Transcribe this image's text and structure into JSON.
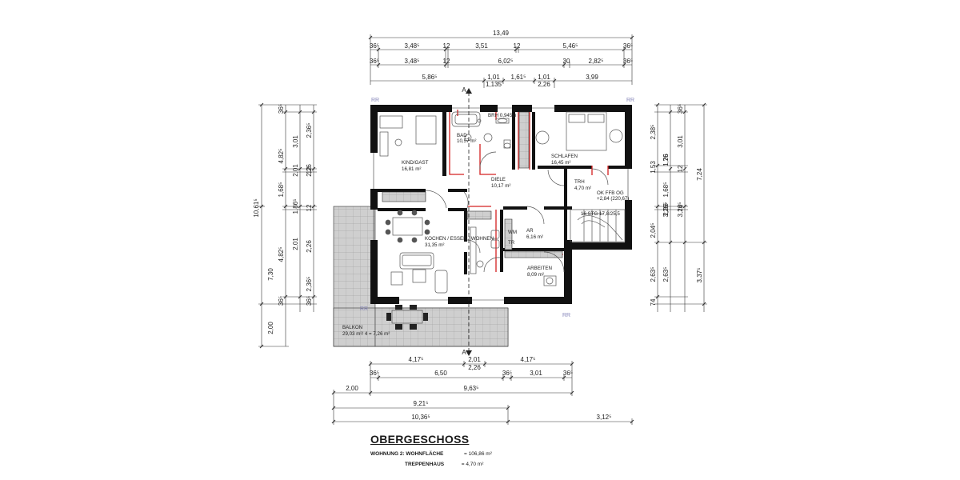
{
  "title": "OBERGESCHOSS",
  "areas": {
    "wohnung_label": "WOHNUNG 2:",
    "wohnflaeche_label": "WOHNFLÄCHE",
    "wohnflaeche_value": "= 106,86 m²",
    "treppenhaus_label": "TREPPENHAUS",
    "treppenhaus_value": "= 4,70 m²"
  },
  "rooms": {
    "bad": {
      "name": "BAD",
      "area": "10,57 m²"
    },
    "kind": {
      "name": "KIND/GAST",
      "area": "16,81 m²"
    },
    "schlafen": {
      "name": "SCHLAFEN",
      "area": "16,45 m²"
    },
    "diele": {
      "name": "DIELE",
      "area": "10,17 m²"
    },
    "trh": {
      "name": "TRH",
      "area": "4,70 m²"
    },
    "kochen": {
      "name": "KOCHEN / ESSEN / WOHNEN",
      "area": "31,35 m²"
    },
    "ar": {
      "name": "AR",
      "area": "6,16 m²"
    },
    "arbeiten": {
      "name": "ARBEITEN",
      "area": "8,09 m²"
    },
    "balkon": {
      "name": "BALKON",
      "area": "29,03 m²/ 4 = 7,26 m²"
    },
    "wm": "WM",
    "tr": "TR",
    "ok_ffb": "OK FFB OG",
    "ok_ffb_val": "+2,84 (220,67)",
    "stg": "16 STG 17,8/25,5",
    "brh": "BRH 0,945m"
  },
  "markers": {
    "rr": "RR",
    "section": "A"
  },
  "dims_top": {
    "row1": [
      "13,49"
    ],
    "row2": [
      "3,48⁵",
      "3,51",
      "5,46⁵"
    ],
    "row2_small": [
      "36⁵",
      "12",
      "12",
      "36⁵"
    ],
    "row3": [
      "3,48⁵",
      "6,02⁵",
      "2,82⁵"
    ],
    "row3_small": [
      "36⁵",
      "12",
      "30",
      "36⁵"
    ],
    "row4": [
      "5,86⁵",
      "1,01",
      "1,61⁵",
      "1,01",
      "3,99"
    ],
    "row4_sub": [
      "1,135",
      "2,26"
    ]
  },
  "dims_bottom": {
    "row1": [
      "4,17⁵",
      "2,01",
      "4,17⁵"
    ],
    "row1_sub": [
      "2,26"
    ],
    "row2": [
      "6,50",
      "3,01"
    ],
    "row2_small": [
      "36⁵",
      "36⁵",
      "36⁵"
    ],
    "row3": [
      "2,00",
      "9,63⁵"
    ],
    "row4": [
      "9,21⁵"
    ],
    "row5": [
      "10,36⁵",
      "3,12⁵"
    ]
  },
  "dims_left": {
    "outer": [
      "10,61⁵",
      "7,30",
      "2,00"
    ],
    "mid": [
      "4,82⁵",
      "1,68⁵",
      "1,86⁵",
      "4,82⁵"
    ],
    "inner": [
      "3,01",
      "2,01",
      "2,01"
    ],
    "inner2": [
      "2,36⁵",
      "2,26",
      "2,26",
      "2,36⁵"
    ],
    "small": [
      "36⁵",
      "12",
      "36⁵",
      "12",
      "36⁵"
    ]
  },
  "dims_right": {
    "outer": [
      "7,24",
      "3,37⁵"
    ],
    "mid": [
      "3,01",
      "3,26⁵"
    ],
    "inner": [
      "2,38⁵",
      "1,26",
      "1,68⁵",
      "2,26",
      "2,04⁵",
      "2,63⁵",
      "74"
    ],
    "inner2": [
      "3,26⁵",
      "2,63⁵"
    ],
    "small": [
      "76",
      "1,53",
      "36⁵",
      "12",
      "12"
    ]
  }
}
